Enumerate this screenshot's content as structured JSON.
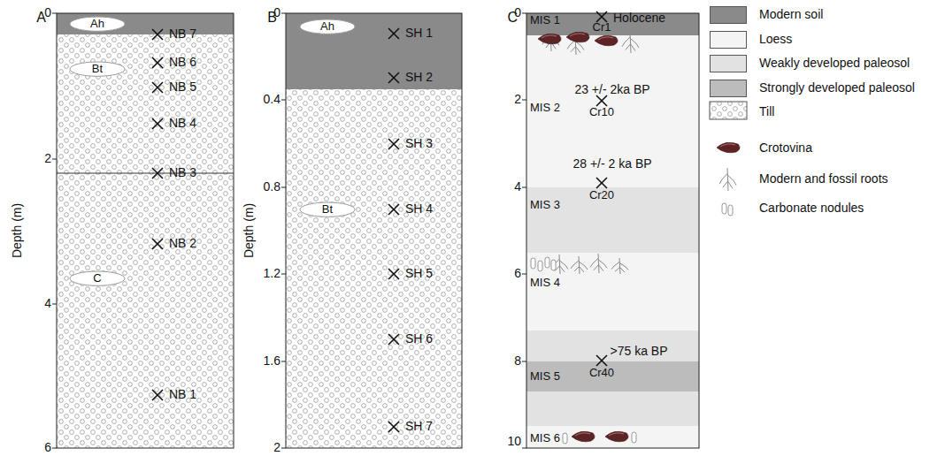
{
  "diagram": {
    "nodes": [
      {
        "text": [
          "Ah"
        ]
      },
      {
        "text": [
          "Bt"
        ]
      },
      {
        "text": [
          "C"
        ]
      },
      {
        "text": [
          "Ah"
        ]
      },
      {
        "text": [
          "Bt"
        ]
      }
    ],
    "labels": [
      "A",
      "0",
      "2",
      "4",
      "6",
      "Depth (m)",
      "NB 7",
      "NB 6",
      "NB 5",
      "NB 4",
      "NB 3",
      "NB 2",
      "NB 1",
      "B",
      "0",
      "0.4",
      "0.8",
      "1.2",
      "1.6",
      "2",
      "Depth (m)",
      "SH 1",
      "SH 2",
      "SH 3",
      "SH 4",
      "SH 5",
      "SH 6",
      "SH 7",
      "C",
      "0",
      "2",
      "4",
      "6",
      "8",
      "10",
      "MIS 1",
      "Holocene",
      "Cr1",
      "MIS 2",
      "23 +/- 2ka BP",
      "Cr10",
      "28 +/- 2 ka BP",
      "Cr20",
      "MIS 3",
      "MIS 4",
      ">75 ka BP",
      "Cr40",
      "MIS 5",
      "MIS 6"
    ],
    "legend": [
      {
        "text": "Modern soil",
        "color": "#8a8a8a"
      },
      {
        "text": "Loess",
        "color": "#f4f4f4"
      },
      {
        "text": "Weakly developed paleosol",
        "color": "#e2e2e2"
      },
      {
        "text": "Strongly developed paleosol",
        "color": "#bcbcbc"
      },
      {
        "text": "Till"
      },
      {
        "text": "Crotovina"
      },
      {
        "text": "Modern and fossil roots"
      },
      {
        "text": "Carbonate nodules"
      }
    ]
  }
}
